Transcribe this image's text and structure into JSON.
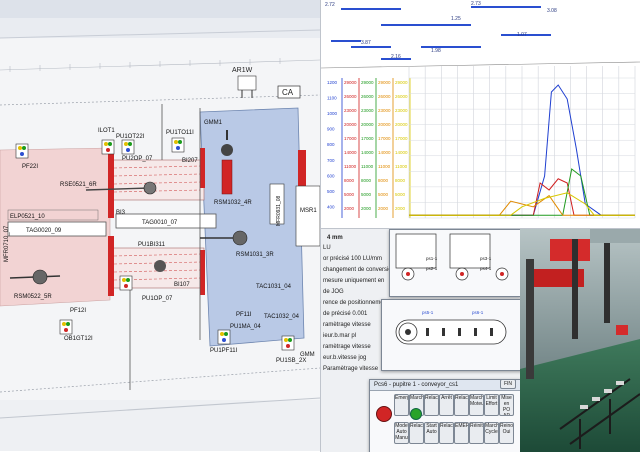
{
  "layout": {
    "top_labels": [
      "AR1W",
      "CA"
    ],
    "stations": [
      {
        "name": "PF22I"
      },
      {
        "name": "ILOT1"
      },
      {
        "name": "PU1OT22I"
      },
      {
        "name": "PU1TO11I"
      },
      {
        "name": "GMM1"
      },
      {
        "name": "PU2OP_07"
      },
      {
        "name": "BI207"
      },
      {
        "name": "RSE0521_6R"
      },
      {
        "name": "BI3"
      },
      {
        "name": "RSM1032_4R"
      },
      {
        "name": "MSR1"
      },
      {
        "name": "ELP0521_10"
      },
      {
        "name": "TAG0020_09"
      },
      {
        "name": "TAG0010_07"
      },
      {
        "name": "PU1BI311"
      },
      {
        "name": "RSM1031_3R"
      },
      {
        "name": "BI107"
      },
      {
        "name": "RSM0522_5R"
      },
      {
        "name": "PU1OP_07"
      },
      {
        "name": "TAC1031_04"
      },
      {
        "name": "PF12I"
      },
      {
        "name": "PF11I"
      },
      {
        "name": "TAC1032_04"
      },
      {
        "name": "PU1MA_04"
      },
      {
        "name": "OB1GT12I"
      },
      {
        "name": "PU1PF11I"
      },
      {
        "name": "PU1SB_2X"
      },
      {
        "name": "GMM"
      },
      {
        "name": "MFR0710_07"
      },
      {
        "name": "MFR0931_08"
      }
    ]
  },
  "chart_data": {
    "type": "line",
    "title": "",
    "xlabel": "",
    "ylabel": "",
    "y_scales": [
      {
        "name": "blue",
        "ticks": [
          1200,
          1100,
          1000,
          900,
          800,
          700,
          600,
          500,
          400
        ],
        "color": "#1f3fd0"
      },
      {
        "name": "red",
        "ticks": [
          29000,
          26000,
          23000,
          20000,
          17000,
          14000,
          11000,
          8000,
          5000,
          2000
        ],
        "color": "#d01f1f"
      },
      {
        "name": "green",
        "ticks": [
          29000,
          26000,
          23000,
          20000,
          17000,
          14000,
          11000,
          8000,
          5000,
          2000
        ],
        "color": "#1f9a1f"
      },
      {
        "name": "orange",
        "ticks": [
          29000,
          26000,
          23000,
          20000,
          17000,
          14000,
          11000,
          8000,
          5000,
          2000
        ],
        "color": "#e08a00"
      },
      {
        "name": "yellow",
        "ticks": [
          29000,
          26000,
          23000,
          20000,
          17000,
          14000,
          11000,
          8000,
          5000,
          2000
        ],
        "color": "#d8c800"
      }
    ],
    "series": [
      {
        "color": "#1f3fd0",
        "x": [
          0,
          0.55,
          0.6,
          0.63,
          0.66,
          0.7,
          0.74,
          0.78,
          0.85,
          1.0
        ],
        "y": [
          0.02,
          0.02,
          0.3,
          0.9,
          0.95,
          0.85,
          0.5,
          0.1,
          0.02,
          0.02
        ]
      },
      {
        "color": "#d01f1f",
        "x": [
          0,
          0.55,
          0.58,
          0.62,
          0.66,
          0.7,
          0.73,
          1.0
        ],
        "y": [
          0.02,
          0.02,
          0.25,
          0.2,
          0.28,
          0.25,
          0.02,
          0.02
        ]
      },
      {
        "color": "#1f9a1f",
        "x": [
          0,
          0.68,
          0.72,
          0.76,
          0.8,
          1.0
        ],
        "y": [
          0.02,
          0.02,
          0.35,
          0.3,
          0.02,
          0.02
        ]
      },
      {
        "color": "#e08a00",
        "x": [
          0,
          0.4,
          0.45,
          0.55,
          0.62,
          0.68,
          1.0
        ],
        "y": [
          0.02,
          0.02,
          0.12,
          0.08,
          0.16,
          0.02,
          0.02
        ]
      },
      {
        "color": "#d8c800",
        "x": [
          0,
          0.45,
          0.5,
          0.6,
          0.7,
          0.78,
          0.82,
          1.0
        ],
        "y": [
          0.02,
          0.02,
          0.08,
          0.14,
          0.18,
          0.1,
          0.02,
          0.02
        ]
      }
    ],
    "timeline_labels": [
      "2.72",
      "2.73",
      "3.08",
      "1.07",
      "3.87",
      "1.98",
      "2.16",
      "1.25"
    ],
    "grid": true
  },
  "hmi": {
    "header_value": "4 mm",
    "lines": [
      "LU",
      "or précisé   100 LU/mm",
      "changement de conversion",
      "mesure uniquement en",
      "de JOG",
      "rence de positionnement",
      "de précisé   0.001",
      "ramètrage vitesse",
      "ieur.b.mar     pl",
      "ramètrage vitesse",
      "eur.b.vitesse jog",
      "Paramètrage vitesse"
    ],
    "dialog": {
      "title": "Pcs6 - pupitre 1  -  conveyor_cs1",
      "corner_label": "FIN",
      "buttons": [
        "Emergency",
        "Marche",
        "Relache",
        "Arrêt",
        "Relache",
        "Marche Moteur",
        "Limit Effort",
        "Mise en PO AP",
        "Mode Auto Manu",
        "Relache",
        "Start Auto",
        "Relache",
        "EMERGENCY",
        "Réinitialisation",
        "Marche Cycle",
        "Reinoculage Oui"
      ]
    },
    "gripper_labels": [
      "ps1-1",
      "ps2-1",
      "ps3-1",
      "ps4-1",
      "ps5-1",
      "ps6-1"
    ]
  },
  "render": {
    "description_colors": [
      "#d42b2b",
      "#2b2b2b",
      "#8aa0a6"
    ]
  }
}
